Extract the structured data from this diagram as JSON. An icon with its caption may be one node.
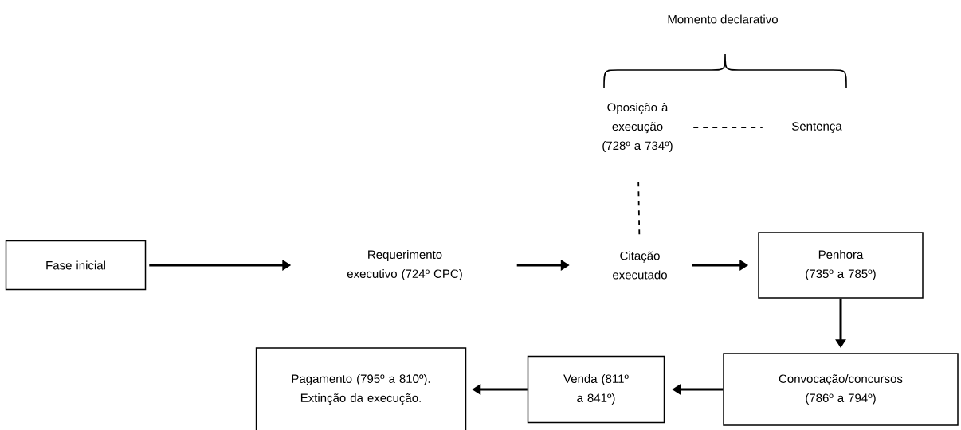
{
  "diagram": {
    "nodes": [
      {
        "text": [
          "Oposição à execução (728º a 734º)"
        ]
      },
      {
        "text": [
          "Sentença"
        ]
      },
      {
        "text": [
          "Fase inicial"
        ]
      },
      {
        "text": [
          "Requerimento executivo (724º CPC)"
        ]
      },
      {
        "text": [
          "Citação executado"
        ]
      },
      {
        "text": [
          "Penhora (735º a 785º)"
        ]
      },
      {
        "text": [
          "Pagamento (795º a 810º). Extinção da execução."
        ]
      },
      {
        "text": [
          "Venda (811º a 841º)"
        ]
      },
      {
        "text": [
          "Convocação/concursos (786º a 794º)"
        ]
      }
    ],
    "edges": [
      {
        "from": 0,
        "to": 1,
        "arrow": "none",
        "style": "dashed"
      },
      {
        "from": 0,
        "to": 4,
        "arrow": "none",
        "style": "dashed"
      },
      {
        "from": 2,
        "to": 3,
        "arrow": "to"
      },
      {
        "from": 3,
        "to": 4,
        "arrow": "to"
      },
      {
        "from": 4,
        "to": 5,
        "arrow": "to"
      },
      {
        "from": 5,
        "to": 8,
        "arrow": "to"
      },
      {
        "from": 8,
        "to": 7,
        "arrow": "to"
      },
      {
        "from": 7,
        "to": 6,
        "arrow": "to"
      }
    ],
    "labels": [
      "Momento declarativo"
    ]
  }
}
